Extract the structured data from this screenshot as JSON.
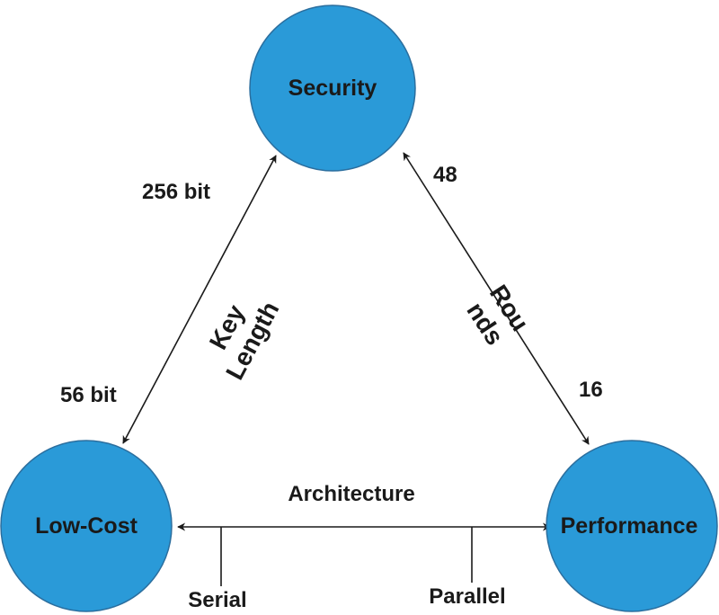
{
  "colors": {
    "node_fill": "#2a9ad8",
    "edge": "#1a1a1a",
    "text": "#1a1a1a"
  },
  "nodes": {
    "security": "Security",
    "low_cost": "Low-Cost",
    "performance": "Performance"
  },
  "edges": {
    "key_length": {
      "label_line1": "Key",
      "label_line2": "Length",
      "high": "256 bit",
      "low": "56 bit"
    },
    "rounds": {
      "label_line1": "Rou",
      "label_line2": "nds",
      "high": "48",
      "low": "16"
    },
    "architecture": {
      "label": "Architecture",
      "left_tick": "Serial",
      "right_tick": "Parallel"
    }
  }
}
